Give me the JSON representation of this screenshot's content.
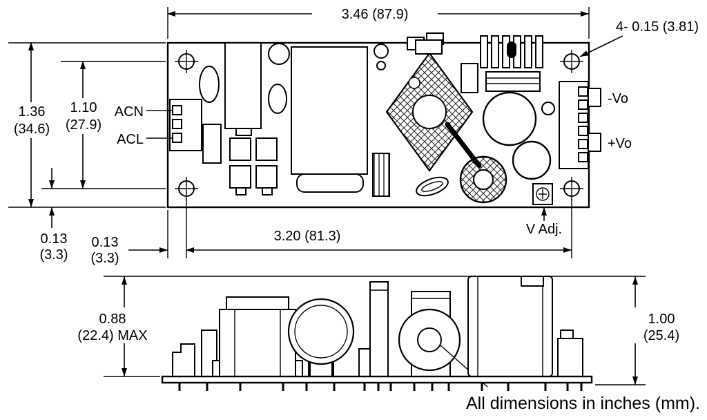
{
  "top_view": {
    "dim_overall_width": "3.46 (87.9)",
    "dim_mounting_holes": "4- 0.15 (3.81)",
    "dim_overall_height_in": "1.36",
    "dim_overall_height_mm": "(34.6)",
    "dim_hole_pitch_v_in": "1.10",
    "dim_hole_pitch_v_mm": "(27.9)",
    "dim_hole_offset_v_in": "0.13",
    "dim_hole_offset_v_mm": "(3.3)",
    "dim_hole_offset_h_in": "0.13",
    "dim_hole_offset_h_mm": "(3.3)",
    "dim_hole_pitch_h": "3.20 (81.3)",
    "label_acn": "ACN",
    "label_acl": "ACL",
    "label_vo_neg": "-Vo",
    "label_vo_pos": "+Vo",
    "label_v_adj": "V Adj."
  },
  "side_view": {
    "dim_component_height_in": "0.88",
    "dim_component_height_mm": "(22.4) MAX",
    "dim_overall_height_in": "1.00",
    "dim_overall_height_mm": "(25.4)"
  },
  "footnote": "All dimensions in inches (mm).",
  "colors": {
    "line": "#000000",
    "background": "#ffffff"
  }
}
